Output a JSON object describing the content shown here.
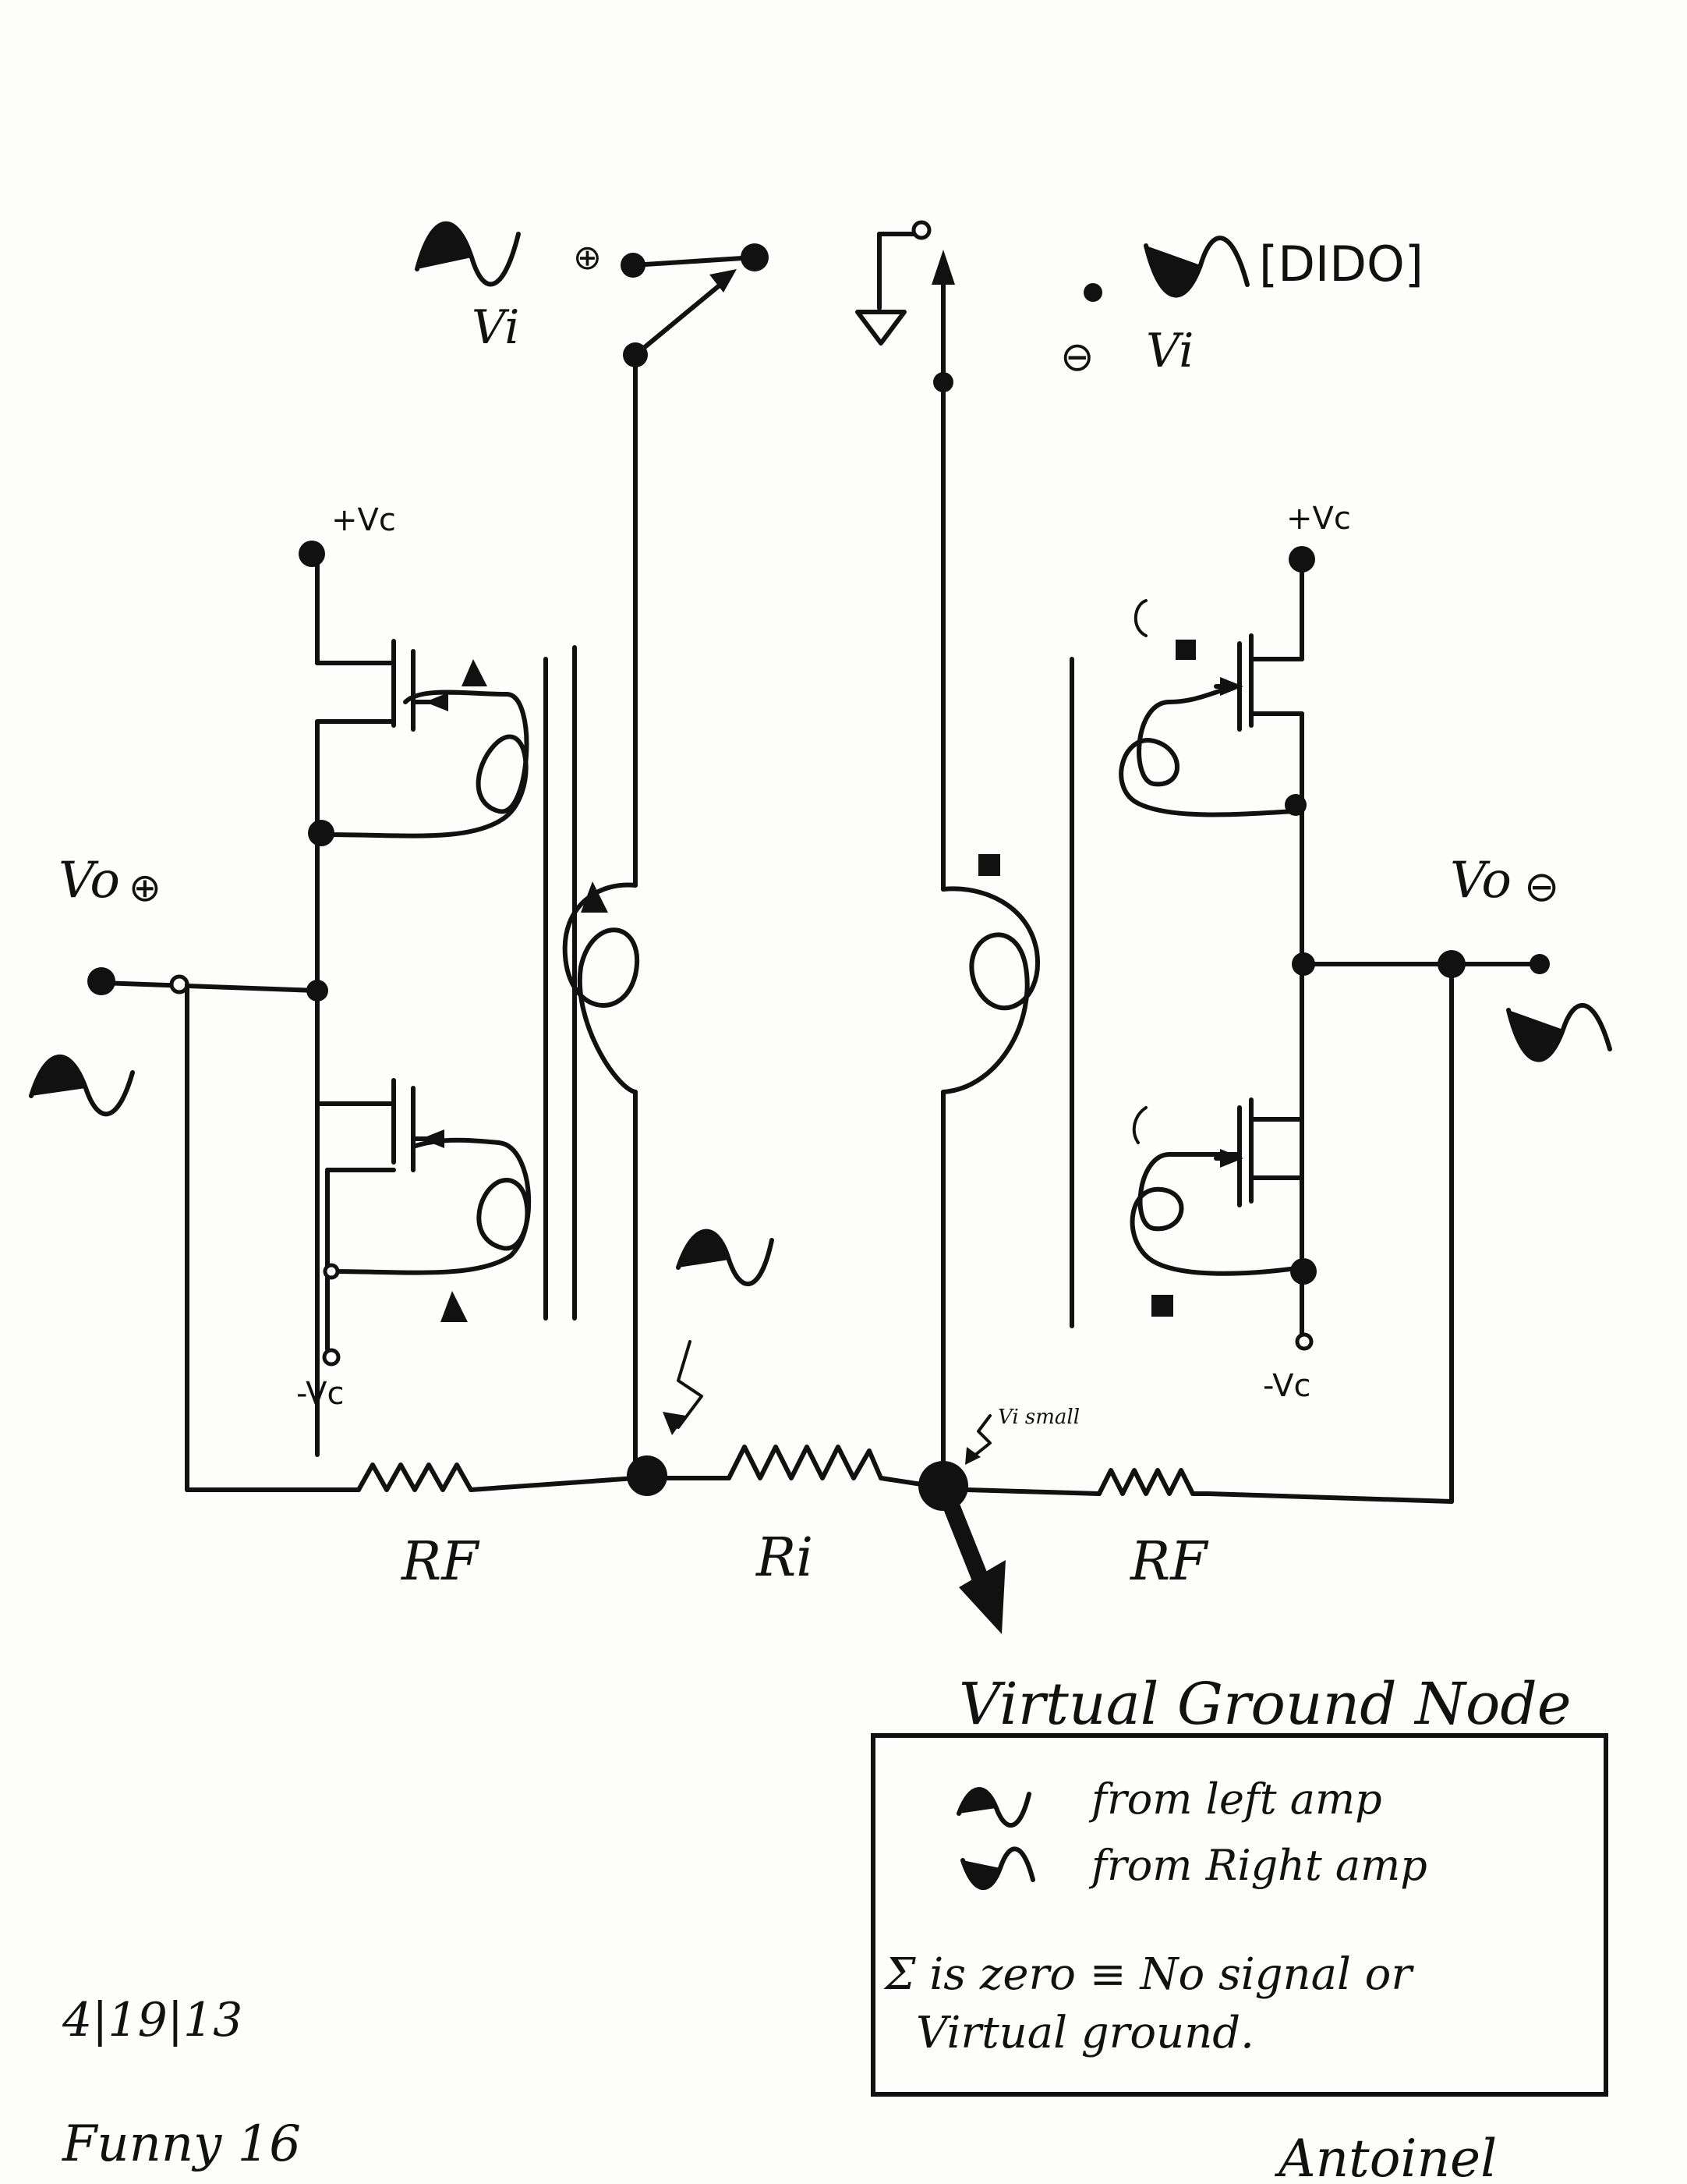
{
  "labels": {
    "vi_plus": "Vi",
    "vi_minus": "Vi",
    "dido": "[DIDO]",
    "vc_plus_left": "+Vc",
    "vc_plus_right": "+Vc",
    "vc_minus_left": "-Vc",
    "vc_minus_right": "-Vc",
    "vo_plus": "Vo",
    "vo_minus": "Vo",
    "rf_left": "RF",
    "ri": "Ri",
    "rf_right": "RF",
    "vi_small": "Vi small",
    "virtual_ground": "Virtual Ground Node"
  },
  "symbols": {
    "plus": "⊕",
    "minus": "⊖"
  },
  "legend": {
    "line1": "from left amp",
    "line2": "from Right amp",
    "line3": "Σ is zero ≡ No signal or",
    "line4": "Virtual ground."
  },
  "footer": {
    "date": "4|19|13",
    "note": "Funny 16",
    "signature": "Antoinel"
  },
  "colors": {
    "ink": "#111111",
    "paper": "#fdfdfb"
  }
}
